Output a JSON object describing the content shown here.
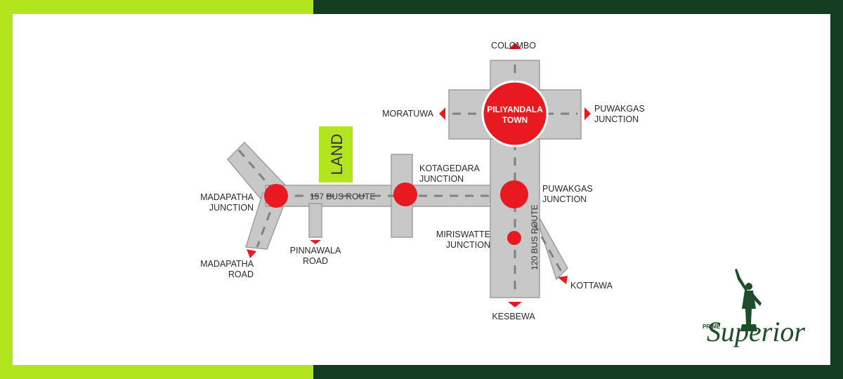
{
  "colors": {
    "left_band": "#b3e51e",
    "right_band": "#143d22",
    "road_fill": "#c8c8c8",
    "road_stroke": "#9e9e9e",
    "dash": "#808080",
    "junction": "#e8191f",
    "land": "#b3e51e",
    "logo": "#1e4d2b"
  },
  "land_label": "LAND",
  "town": {
    "line1": "PILIYANDALA",
    "line2": "TOWN"
  },
  "routes": {
    "bus_157": "157 BUS ROUTE",
    "bus_120": "120 BUS ROUTE"
  },
  "labels": {
    "colombo": "COLOMBO",
    "moratuwa": "MORATUWA",
    "puwakgas_top": [
      "PUWAKGAS",
      "JUNCTION"
    ],
    "kotagedara": [
      "KOTAGEDARA",
      "JUNCTION"
    ],
    "puwakgas_mid": [
      "PUWAKGAS",
      "JUNCTION"
    ],
    "madapatha_jn": [
      "MADAPATHA",
      "JUNCTION"
    ],
    "madapatha_rd": [
      "MADAPATHA",
      "ROAD"
    ],
    "pinnawala": [
      "PINNAWALA",
      "ROAD"
    ],
    "miriswatte": [
      "MIRISWATTE",
      "JUNCTION"
    ],
    "kesbewa": "KESBEWA",
    "kottawa": "KOTTAWA"
  },
  "logo": {
    "prime": "PRIME",
    "superior": "Superior"
  },
  "icons": [
    "direction-arrow-icon",
    "statue-icon"
  ]
}
